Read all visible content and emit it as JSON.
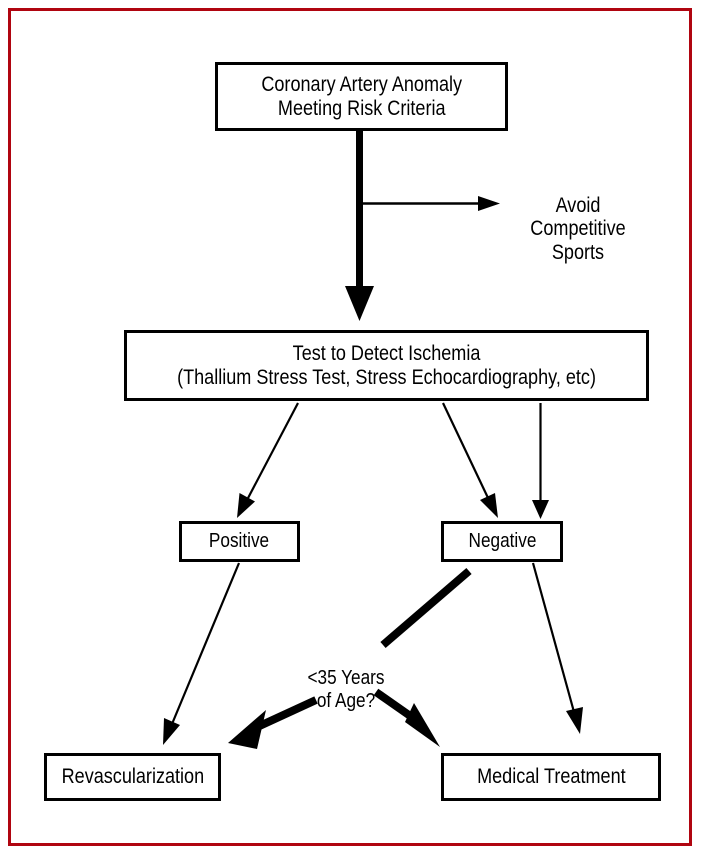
{
  "figure": {
    "type": "flowchart",
    "title": "Management algorithm for coronary artery anomaly meeting risk criteria",
    "border_color": "#b00510",
    "line_color": "#000000",
    "background": "#ffffff"
  },
  "nodes": {
    "top": {
      "text": "Coronary Artery Anomaly\nMeeting Risk Criteria"
    },
    "avoid": {
      "text": "Avoid\nCompetitive\nSports"
    },
    "test": {
      "text": "Test to Detect Ischemia\n(Thallium Stress Test, Stress Echocardiography, etc)"
    },
    "positive": {
      "text": "Positive"
    },
    "negative": {
      "text": "Negative"
    },
    "age": {
      "text": "<35 Years\nof Age?"
    },
    "revascularization": {
      "text": "Revascularization"
    },
    "medical": {
      "text": "Medical Treatment"
    }
  },
  "edges": [
    {
      "from": "top",
      "to": "test",
      "style": "thick",
      "label": ""
    },
    {
      "from": "top",
      "to": "avoid",
      "style": "thin",
      "label": ""
    },
    {
      "from": "test",
      "to": "positive",
      "style": "thin",
      "label": ""
    },
    {
      "from": "test",
      "to": "negative",
      "style": "thin",
      "label": ""
    },
    {
      "from": "test",
      "to": "negative",
      "style": "thin",
      "label": ""
    },
    {
      "from": "positive",
      "to": "revascularization",
      "style": "thin",
      "label": ""
    },
    {
      "from": "negative",
      "to": "revascularization",
      "style": "thick",
      "label": "<35 Years of Age?"
    },
    {
      "from": "negative",
      "to": "medical",
      "style": "thick",
      "label": "<35 Years of Age?"
    },
    {
      "from": "negative",
      "to": "medical",
      "style": "thin",
      "label": ""
    }
  ]
}
